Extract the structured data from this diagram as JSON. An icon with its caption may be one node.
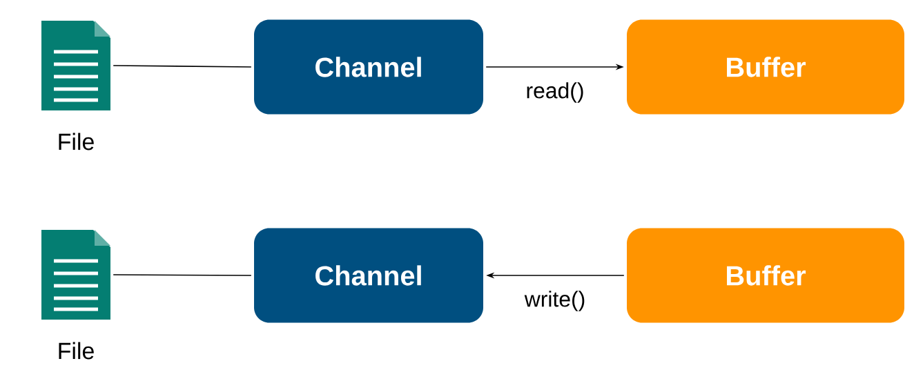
{
  "diagram": {
    "nodes": [
      {
        "text": [
          "File"
        ]
      },
      {
        "text": [
          "Channel"
        ]
      },
      {
        "text": [
          "Buffer"
        ]
      },
      {
        "text": [
          "File"
        ]
      },
      {
        "text": [
          "Channel"
        ]
      },
      {
        "text": [
          "Buffer"
        ]
      }
    ],
    "edges": [
      {
        "from": 0,
        "to": 1,
        "arrow": "none"
      },
      {
        "from": 1,
        "to": 2,
        "arrow": "to",
        "label": "read()"
      },
      {
        "from": 3,
        "to": 4,
        "arrow": "none"
      },
      {
        "from": 5,
        "to": 4,
        "arrow": "to",
        "label": "write()"
      }
    ]
  }
}
